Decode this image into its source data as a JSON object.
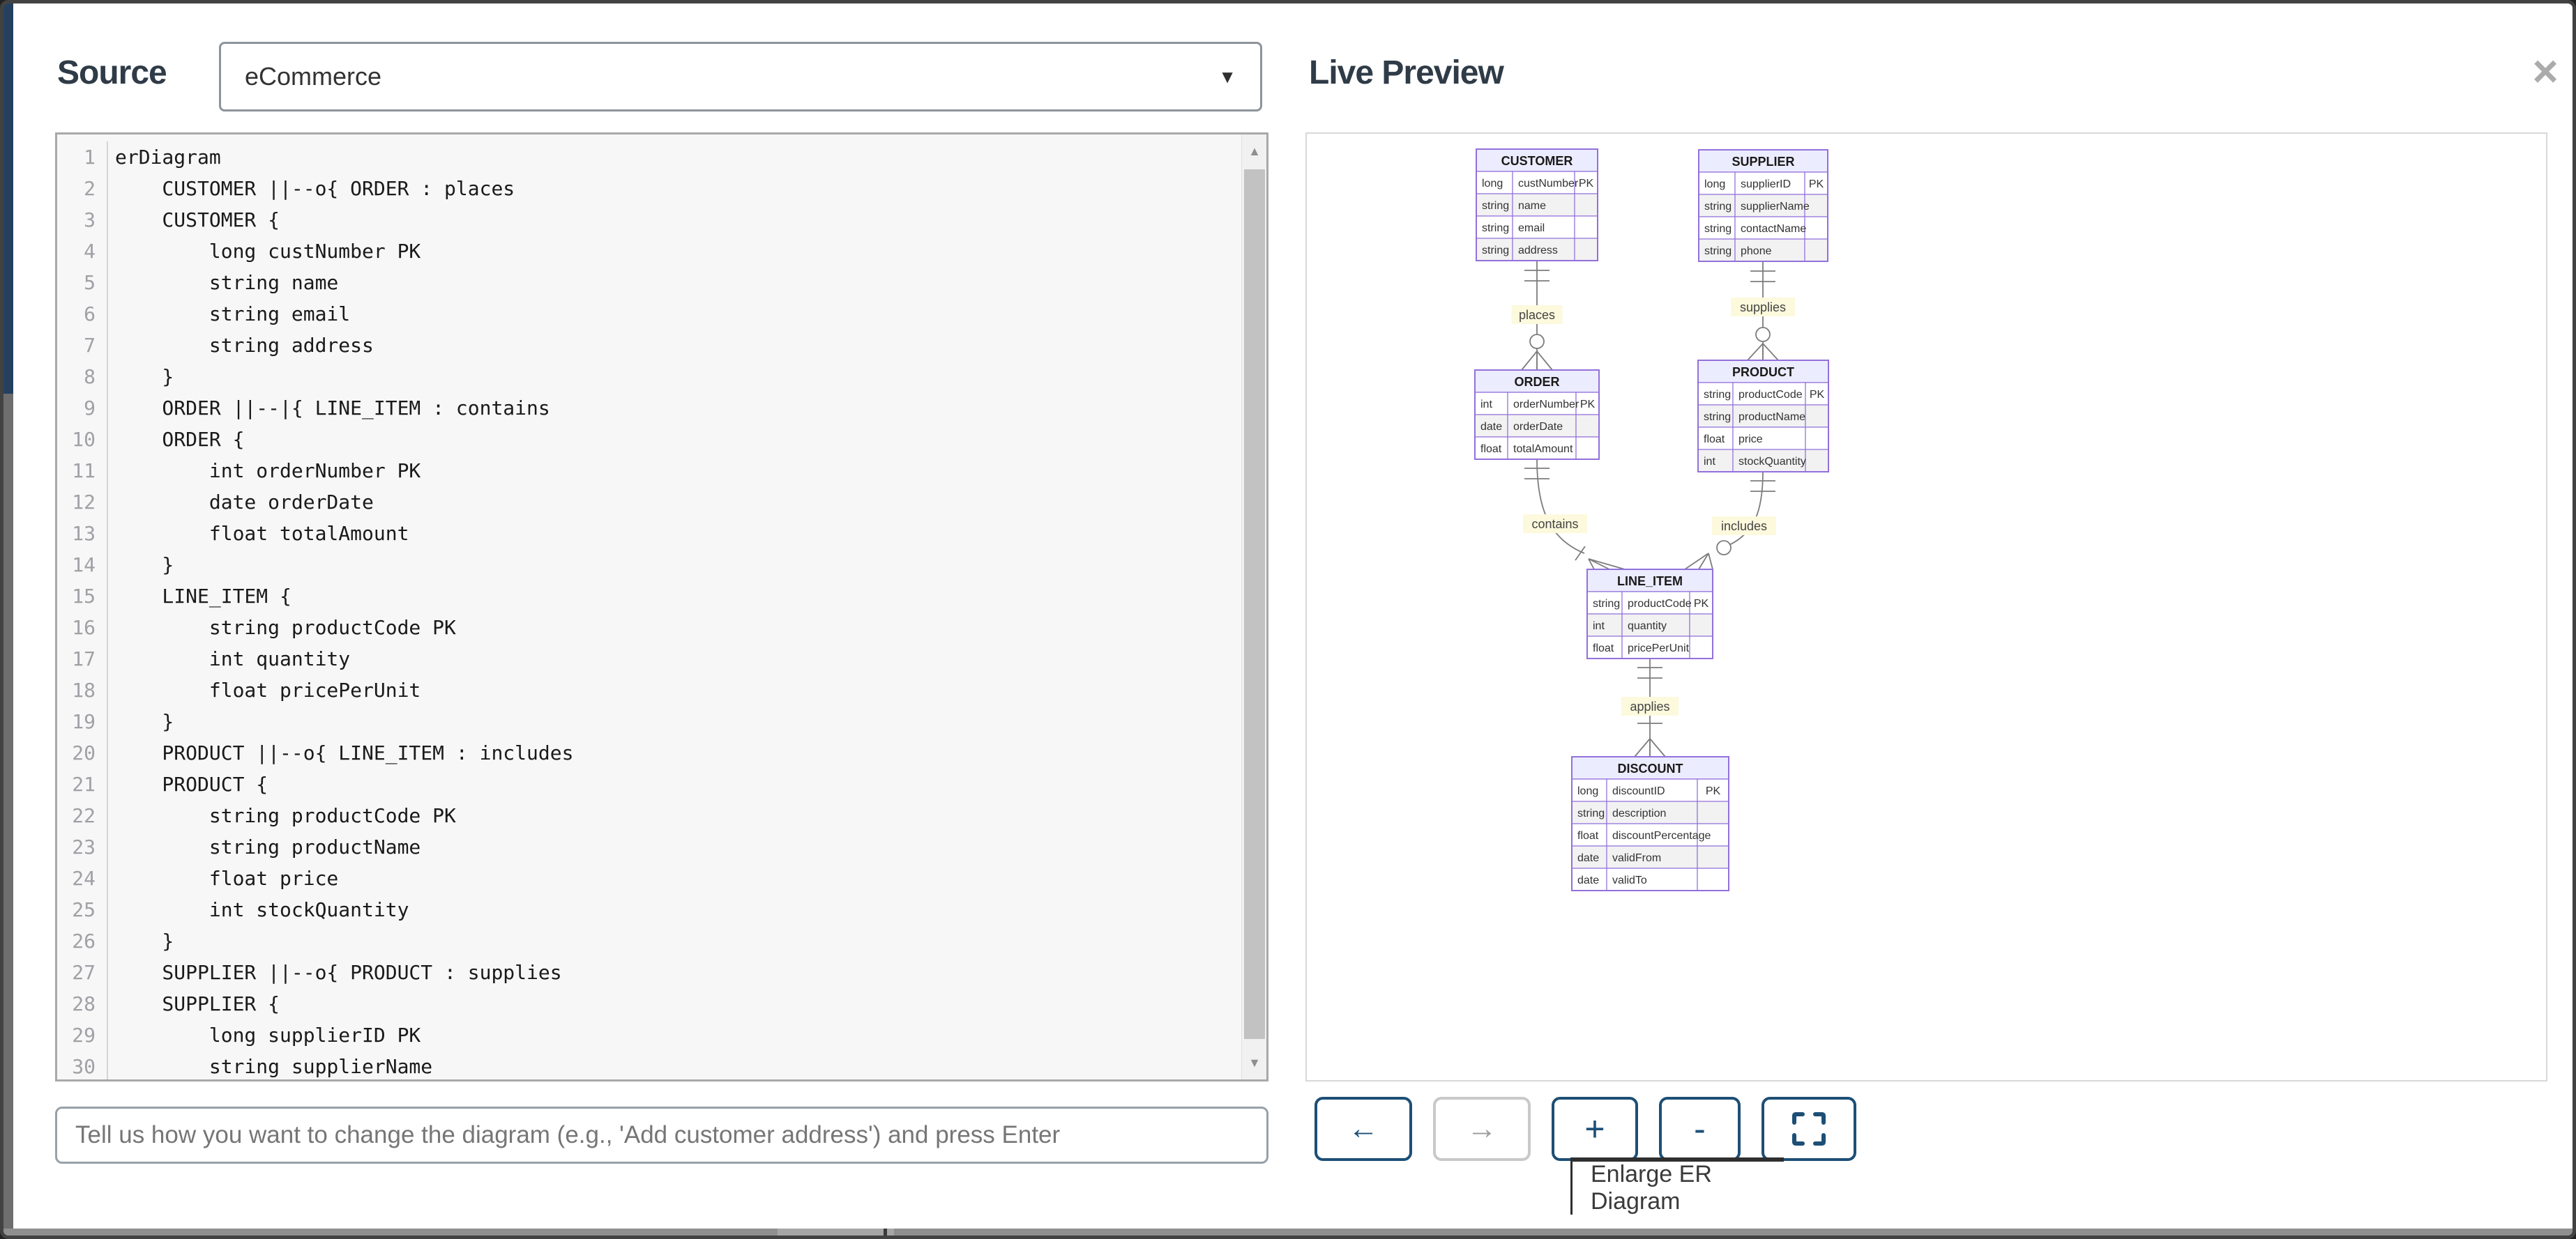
{
  "modal": {
    "source_panel": {
      "heading": "Source",
      "template_dropdown": {
        "value": "eCommerce",
        "caret": "▼"
      },
      "code_editor": {
        "first_line_number": 1,
        "lines": [
          "erDiagram",
          "    CUSTOMER ||--o{ ORDER : places",
          "    CUSTOMER {",
          "        long custNumber PK",
          "        string name",
          "        string email",
          "        string address",
          "    }",
          "    ORDER ||--|{ LINE_ITEM : contains",
          "    ORDER {",
          "        int orderNumber PK",
          "        date orderDate",
          "        float totalAmount",
          "    }",
          "    LINE_ITEM {",
          "        string productCode PK",
          "        int quantity",
          "        float pricePerUnit",
          "    }",
          "    PRODUCT ||--o{ LINE_ITEM : includes",
          "    PRODUCT {",
          "        string productCode PK",
          "        string productName",
          "        float price",
          "        int stockQuantity",
          "    }",
          "    SUPPLIER ||--o{ PRODUCT : supplies",
          "    SUPPLIER {",
          "        long supplierID PK",
          "        string supplierName"
        ]
      },
      "chat_input": {
        "placeholder": "Tell us how you want to change the diagram (e.g., 'Add customer address') and press Enter"
      }
    },
    "preview_panel": {
      "heading": "Live Preview",
      "close_icon": "×",
      "toolbar": {
        "back_label": "←",
        "forward_label": "→",
        "zoom_in_label": "+",
        "zoom_out_label": "-"
      },
      "tooltip": "Enlarge ER Diagram"
    },
    "diagram": {
      "entities": [
        {
          "name": "CUSTOMER",
          "attributes": [
            [
              "long",
              "custNumber",
              "PK"
            ],
            [
              "string",
              "name",
              ""
            ],
            [
              "string",
              "email",
              ""
            ],
            [
              "string",
              "address",
              ""
            ]
          ]
        },
        {
          "name": "SUPPLIER",
          "attributes": [
            [
              "long",
              "supplierID",
              "PK"
            ],
            [
              "string",
              "supplierName",
              ""
            ],
            [
              "string",
              "contactName",
              ""
            ],
            [
              "string",
              "phone",
              ""
            ]
          ]
        },
        {
          "name": "ORDER",
          "attributes": [
            [
              "int",
              "orderNumber",
              "PK"
            ],
            [
              "date",
              "orderDate",
              ""
            ],
            [
              "float",
              "totalAmount",
              ""
            ]
          ]
        },
        {
          "name": "PRODUCT",
          "attributes": [
            [
              "string",
              "productCode",
              "PK"
            ],
            [
              "string",
              "productName",
              ""
            ],
            [
              "float",
              "price",
              ""
            ],
            [
              "int",
              "stockQuantity",
              ""
            ]
          ]
        },
        {
          "name": "LINE_ITEM",
          "attributes": [
            [
              "string",
              "productCode",
              "PK"
            ],
            [
              "int",
              "quantity",
              ""
            ],
            [
              "float",
              "pricePerUnit",
              ""
            ]
          ]
        },
        {
          "name": "DISCOUNT",
          "attributes": [
            [
              "long",
              "discountID",
              "PK"
            ],
            [
              "string",
              "description",
              ""
            ],
            [
              "float",
              "discountPercentage",
              ""
            ],
            [
              "date",
              "validFrom",
              ""
            ],
            [
              "date",
              "validTo",
              ""
            ]
          ]
        }
      ],
      "relationships": [
        {
          "from": "CUSTOMER",
          "to": "ORDER",
          "label": "places",
          "cardinality": "||--o{"
        },
        {
          "from": "SUPPLIER",
          "to": "PRODUCT",
          "label": "supplies",
          "cardinality": "||--o{"
        },
        {
          "from": "ORDER",
          "to": "LINE_ITEM",
          "label": "contains",
          "cardinality": "||--|{"
        },
        {
          "from": "PRODUCT",
          "to": "LINE_ITEM",
          "label": "includes",
          "cardinality": "||--o{"
        },
        {
          "from": "LINE_ITEM",
          "to": "DISCOUNT",
          "label": "applies",
          "cardinality": "||--|{"
        }
      ],
      "colors": {
        "entity_header_fill": "#ECECFF",
        "entity_stroke": "#9370DB",
        "row_alt_fill": "#f2f2f2",
        "relationship_line": "#7d7d7d",
        "label_bg": "#fdf9dd",
        "accent": "#1d4f76"
      }
    }
  }
}
